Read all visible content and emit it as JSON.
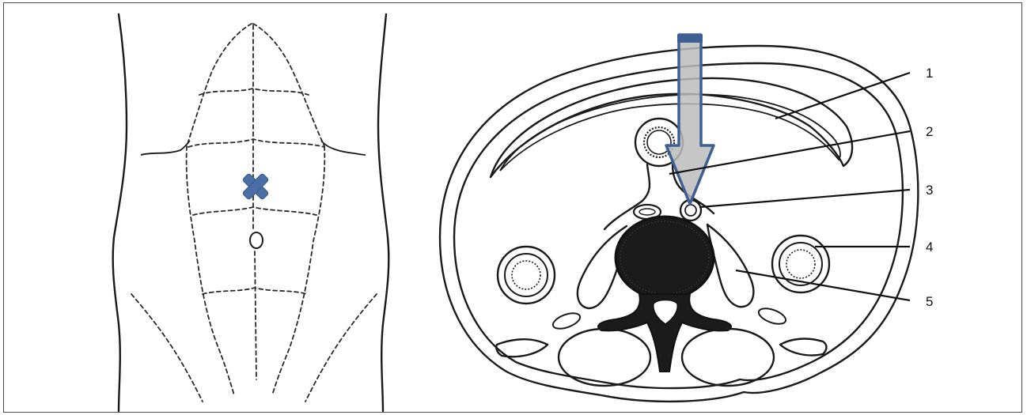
{
  "figure": {
    "labels": [
      {
        "number": "1"
      },
      {
        "number": "2"
      },
      {
        "number": "3"
      },
      {
        "number": "4"
      },
      {
        "number": "5"
      }
    ]
  },
  "colors": {
    "marker": "#4a6fa5",
    "arrow_fill": "#bcbcbc",
    "arrow_stroke": "#3d5f91",
    "vertebra": "#1b1b1b",
    "ink": "#1a1a1a"
  },
  "icons": {
    "entry_marker": "x-mark-icon",
    "needle_path": "down-arrow-icon"
  }
}
